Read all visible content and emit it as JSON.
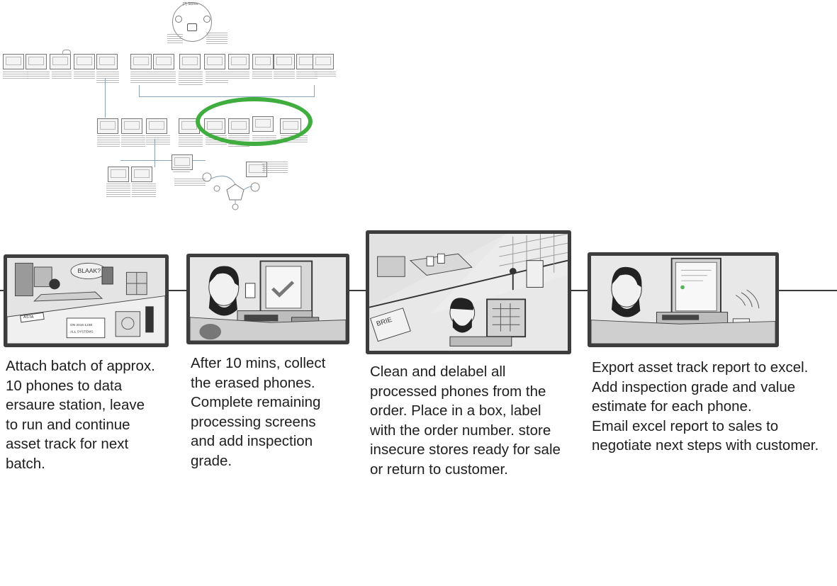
{
  "overview": {
    "highlight_color": "#3fae3f",
    "hub_label": "[?] Stores"
  },
  "panels": [
    {
      "name": "storyboard-panel-1",
      "caption_lines": [
        "Attach batch of approx.",
        "10 phones to data",
        "ersaure station, leave",
        "to run and continue",
        "asset track for next",
        "batch."
      ],
      "sketch_text": [
        "BLAAK?",
        "ASTA",
        "ON 2016 1238",
        "ALL SYSTEMS"
      ]
    },
    {
      "name": "storyboard-panel-2",
      "caption_lines": [
        "After 10 mins, collect",
        "the erased phones.",
        "Complete remaining",
        "processing screens",
        "and add inspection",
        "grade."
      ],
      "sketch_text": []
    },
    {
      "name": "storyboard-panel-3",
      "caption_lines": [
        "Clean and delabel all",
        "processed phones from the",
        "order.  Place in a box, label",
        "with the order number. store",
        "insecure stores ready for sale",
        "or return to customer."
      ],
      "sketch_text": [
        "BRIE"
      ]
    },
    {
      "name": "storyboard-panel-4",
      "caption_lines": [
        "Export asset track report to excel.",
        "Add inspection grade and value",
        "estimate for each phone.",
        "Email excel report to sales to",
        "negotiate next steps with customer."
      ],
      "sketch_text": []
    }
  ],
  "colors": {
    "panel_border": "#3d3d3d",
    "caption_text": "#1e1e1e",
    "sketch_bg": "#e9e9e9"
  }
}
